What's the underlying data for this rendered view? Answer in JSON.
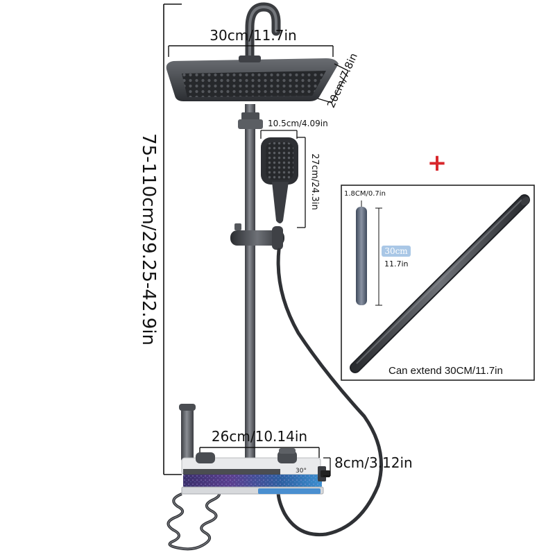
{
  "dimensions": {
    "overall_height": "75-110cm/29.25-42.9in",
    "head_width": "30cm/11.7in",
    "head_depth": "20cm/7.8in",
    "handheld_width": "10.5cm/4.09in",
    "handheld_length": "27cm/24.3in",
    "shelf_width": "26cm/10.14in",
    "shelf_height": "8cm/3.12in",
    "panel_display": "30°"
  },
  "extension": {
    "plus_symbol": "+",
    "diameter": "1.8CM/0.7in",
    "length_cm": "30cm",
    "length_in": "11.7in",
    "caption": "Can extend 30CM/11.7in"
  },
  "colors": {
    "metal": "#4a4d52",
    "metal_dark": "#2b2d31",
    "plus": "#d8262b",
    "badge": "#a9c7e6"
  }
}
